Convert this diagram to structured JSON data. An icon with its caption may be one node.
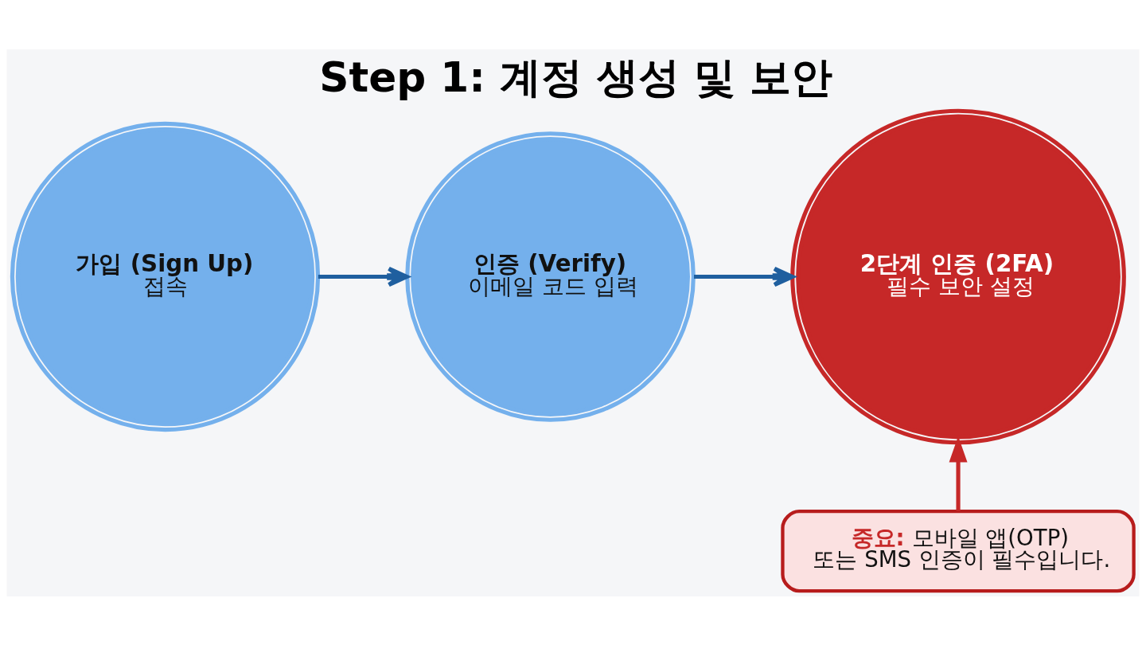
{
  "diagram": {
    "title": "Step 1: 계정 생성 및 보안",
    "nodes": [
      {
        "text": [
          "가입 (Sign Up)",
          "접속"
        ]
      },
      {
        "text": [
          "인증 (Verify)",
          "이메일 코드 입력"
        ]
      },
      {
        "text": [
          "2단계 인증 (2FA)",
          "필수 보안 설정"
        ]
      },
      {
        "text": [
          "**중요:** 모바일 앱(OTP) 또는 SMS 인증이 필수입니다."
        ]
      }
    ],
    "edges": [
      {
        "from": 0,
        "to": 1,
        "arrow": "to"
      },
      {
        "from": 1,
        "to": 2,
        "arrow": "to"
      },
      {
        "from": 3,
        "to": 2,
        "arrow": "to",
        "color": "#c62828"
      }
    ]
  }
}
